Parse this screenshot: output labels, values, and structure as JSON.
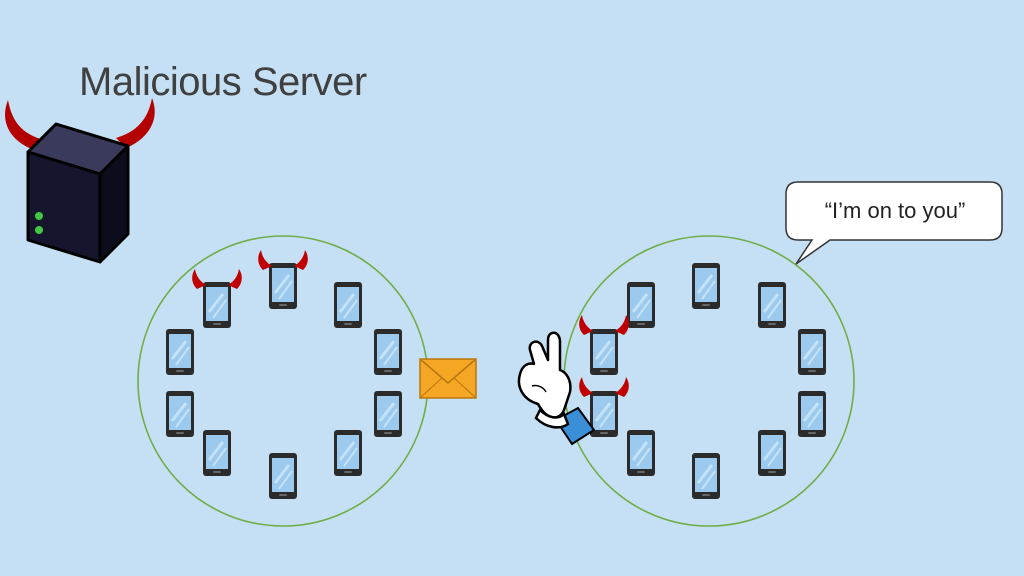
{
  "slide": {
    "title": "Malicious Server",
    "bubble_text": "“I’m on to you”"
  },
  "colors": {
    "background": "#c5e0f4",
    "circle_stroke": "#70ad47",
    "phone_body": "#2b2b2b",
    "phone_screen": "#9cc9ee",
    "horn": "#c00000",
    "envelope": "#f5a623",
    "server_body": "#1b1b3a",
    "server_led": "#43c843"
  },
  "groups": [
    {
      "name": "left-group",
      "phones": 10,
      "malicious_phones": 2
    },
    {
      "name": "right-group",
      "phones": 10,
      "malicious_phones": 2
    }
  ],
  "icons": {
    "server": "malicious-server-icon",
    "envelope": "envelope-icon",
    "hand": "pointing-hand-icon",
    "phone": "smartphone-icon",
    "horns": "devil-horns-icon"
  }
}
